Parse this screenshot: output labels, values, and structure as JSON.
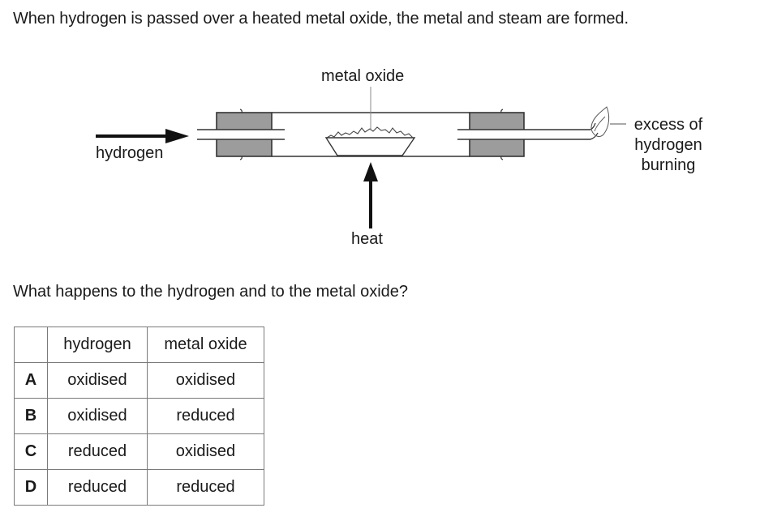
{
  "intro_text": "When hydrogen is passed over a heated metal oxide, the metal and steam are formed.",
  "diagram": {
    "labels": {
      "metal_oxide": "metal oxide",
      "hydrogen": "hydrogen",
      "heat": "heat",
      "excess_line1": "excess of",
      "excess_line2": "hydrogen",
      "excess_line3": "burning"
    }
  },
  "question_text": "What happens to the hydrogen and to the metal oxide?",
  "table": {
    "headers": [
      "",
      "hydrogen",
      "metal oxide"
    ],
    "rows": [
      {
        "key": "A",
        "hydrogen": "oxidised",
        "metal_oxide": "oxidised"
      },
      {
        "key": "B",
        "hydrogen": "oxidised",
        "metal_oxide": "reduced"
      },
      {
        "key": "C",
        "hydrogen": "reduced",
        "metal_oxide": "oxidised"
      },
      {
        "key": "D",
        "hydrogen": "reduced",
        "metal_oxide": "reduced"
      }
    ]
  }
}
